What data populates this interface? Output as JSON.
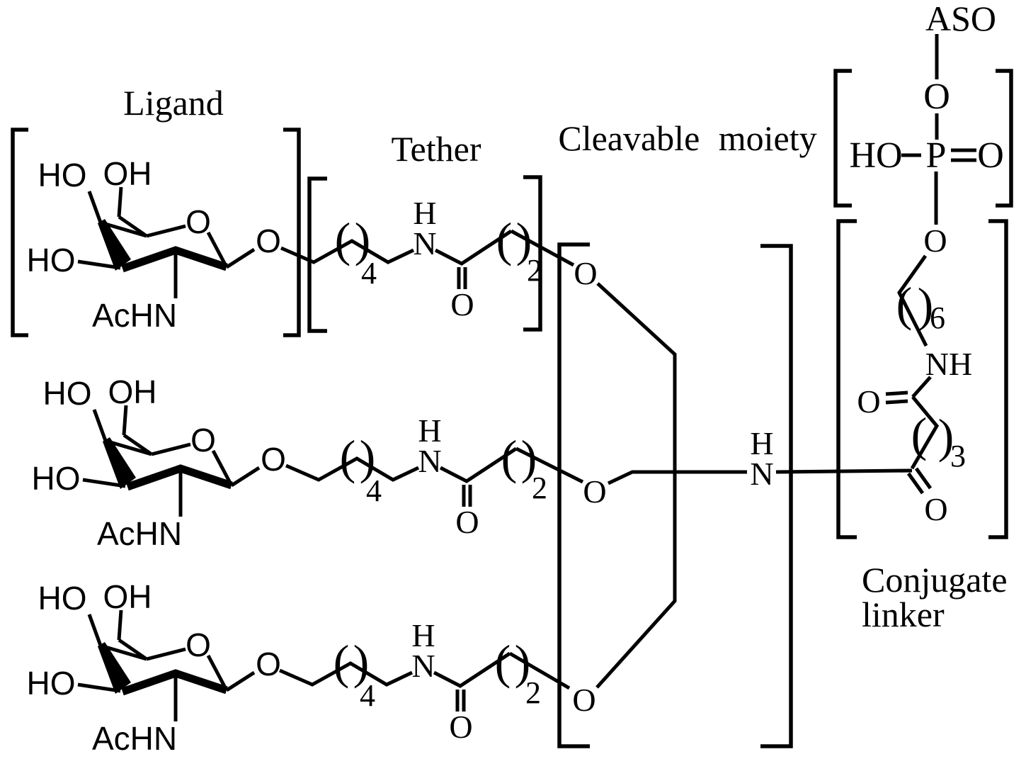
{
  "figure": {
    "kind": "chemical-structure-diagram",
    "colors": {
      "ink": "#000000",
      "background": "#ffffff"
    }
  },
  "labels": {
    "ligand": "Ligand",
    "tether": "Tether",
    "cleavable_moiety": "Cleavable moiety",
    "aso": "ASO",
    "conjugate_line1": "Conjugate",
    "conjugate_line2": "linker"
  },
  "atoms": {
    "ho": "HO",
    "oh": "OH",
    "o": "O",
    "achn": "AcHN",
    "h": "H",
    "n": "N",
    "nh": "NH",
    "p": "P"
  },
  "subscripts": {
    "tether_alkyl_repeat": "4",
    "tether_acyl_repeat": "2",
    "linker_hexyl_repeat": "6",
    "linker_propyl_repeat": "3"
  },
  "symbols": {
    "lparen": "(",
    "rparen": ")"
  }
}
